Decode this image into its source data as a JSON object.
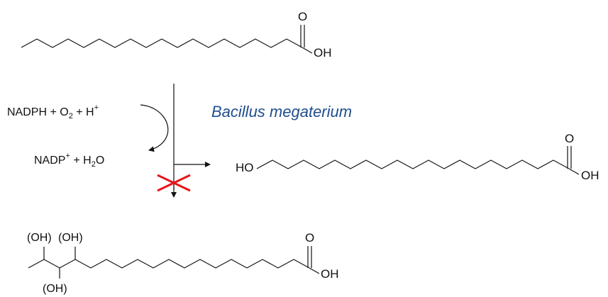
{
  "organism": "Bacillus megaterium",
  "cofactors": {
    "input": {
      "nadph": "NADPH + O",
      "o2_sub": "2",
      "plus_h": " + H",
      "h_sup": "+"
    },
    "output": {
      "nadp": "NADP",
      "nadp_sup": "+",
      "plus_h2": " + H",
      "h2o_sub": "2",
      "o": "O"
    }
  },
  "substrate": {
    "carbonyl_o": "O",
    "hydroxyl": "OH"
  },
  "product_omega": {
    "ho": "HO",
    "carbonyl_o": "O",
    "hydroxyl": "OH"
  },
  "product_blocked": {
    "carbonyl_o": "O",
    "hydroxyl": "OH",
    "oh_group_1": "(OH)",
    "oh_group_2": "(OH)",
    "oh_group_3": "(OH)"
  },
  "colors": {
    "organism": "#1f4e8c",
    "block_cross": "#e8161b",
    "ink": "#111111"
  }
}
